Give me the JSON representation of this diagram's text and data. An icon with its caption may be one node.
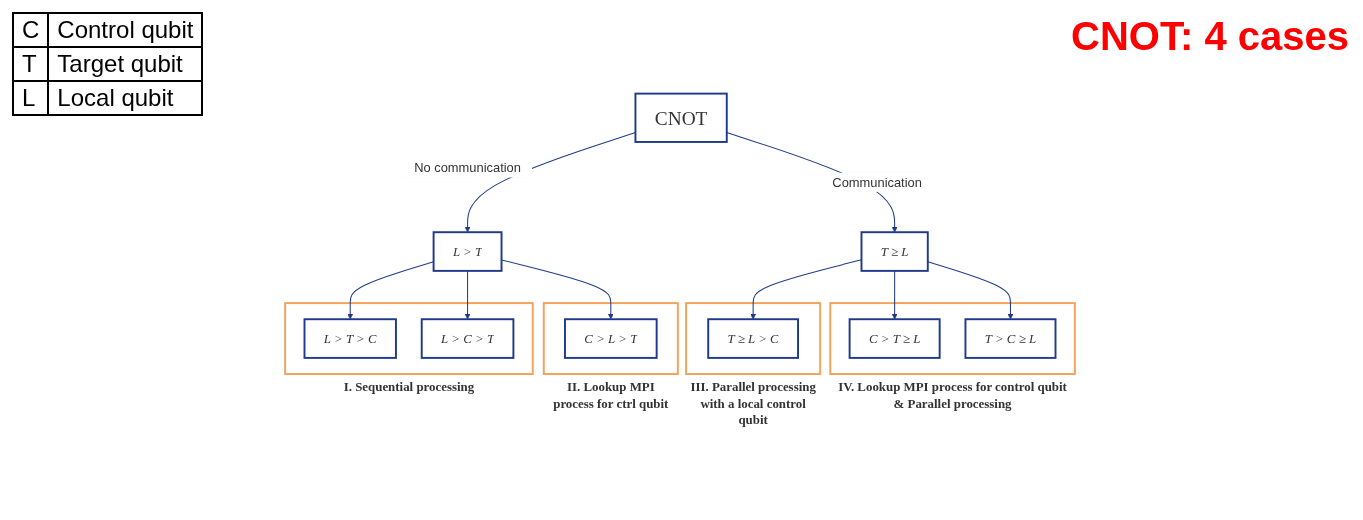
{
  "diagram": {
    "title": "CNOT: 4 cases",
    "nodes": [
      {
        "text": [
          "CNOT"
        ]
      },
      {
        "text": [
          "L > T"
        ]
      },
      {
        "text": [
          "T ≥ L"
        ]
      },
      {
        "text": [
          "I. Sequential processing"
        ]
      },
      {
        "text": [
          "L > T > C"
        ],
        "in": 3
      },
      {
        "text": [
          "L > C > T"
        ],
        "in": 3
      },
      {
        "text": [
          "II. Lookup MPI process for ctrl qubit"
        ]
      },
      {
        "text": [
          "C > L > T"
        ],
        "in": 6
      },
      {
        "text": [
          "III. Parallel processing with a local control qubit"
        ]
      },
      {
        "text": [
          "T ≥ L > C"
        ],
        "in": 8
      },
      {
        "text": [
          "IV. Lookup MPI process for control qubit & Parallel processing"
        ]
      },
      {
        "text": [
          "C > T ≥ L"
        ],
        "in": 10
      },
      {
        "text": [
          "T > C ≥ L"
        ],
        "in": 10
      }
    ],
    "edges": [
      {
        "from": 0,
        "to": 1,
        "arrow": "to",
        "label": "No communication"
      },
      {
        "from": 0,
        "to": 2,
        "arrow": "to",
        "label": "Communication"
      },
      {
        "from": 1,
        "to": 4,
        "arrow": "to"
      },
      {
        "from": 1,
        "to": 5,
        "arrow": "to"
      },
      {
        "from": 1,
        "to": 7,
        "arrow": "to"
      },
      {
        "from": 2,
        "to": 9,
        "arrow": "to"
      },
      {
        "from": 2,
        "to": 11,
        "arrow": "to"
      },
      {
        "from": 2,
        "to": 12,
        "arrow": "to"
      }
    ],
    "labels": [
      "C",
      "Control qubit",
      "T",
      "Target qubit",
      "L",
      "Local qubit"
    ]
  }
}
